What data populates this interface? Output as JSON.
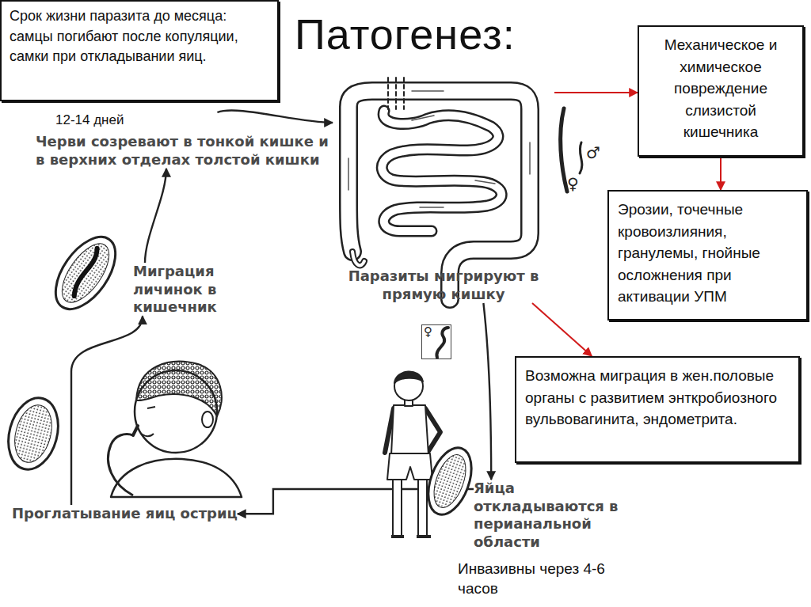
{
  "diagram": {
    "title": "Патогенез:",
    "nodes": [
      {
        "text": [
          "Срок жизни паразита до месяца: самцы погибают после копуляции, самки при откладывании яиц."
        ]
      },
      {
        "text": [
          "Механическое и химическое повреждение слизистой кишечника"
        ]
      },
      {
        "text": [
          "12-14 дней",
          "Черви созревают в тонкой кишке и в верхних отделах толстой кишки"
        ]
      },
      {
        "text": [
          "Паразиты мигрируют в прямую кишку"
        ]
      },
      {
        "text": [
          "Эрозии, точечные кровоизлияния, гранулемы, гнойные осложнения при активации УПМ"
        ]
      },
      {
        "text": [
          "Миграция личинок в кишечник"
        ]
      },
      {
        "text": [
          "♀"
        ]
      },
      {
        "text": [
          "Возможна миграция в жен.половые органы с развитием энткробиозного вульвовагинита, эндометрита."
        ]
      },
      {
        "text": [
          "Яйца откладываются в перианальной области"
        ]
      },
      {
        "text": [
          "Проглатывание яиц остриц"
        ]
      }
    ],
    "edges": [
      {
        "from": 2,
        "to": 3,
        "arrow": "to"
      },
      {
        "from": 3,
        "to": 1,
        "arrow": "to"
      },
      {
        "from": 1,
        "to": 4,
        "arrow": "to"
      },
      {
        "from": 3,
        "to": 7,
        "arrow": "to"
      },
      {
        "from": 3,
        "to": 8,
        "arrow": "to"
      },
      {
        "from": 8,
        "to": 9,
        "arrow": "to"
      },
      {
        "from": 9,
        "to": 5,
        "arrow": "to"
      },
      {
        "from": 5,
        "to": 2,
        "arrow": "to"
      }
    ],
    "labels": [
      "Инвазивны через 4-6 часов",
      "♂",
      "♀"
    ]
  }
}
